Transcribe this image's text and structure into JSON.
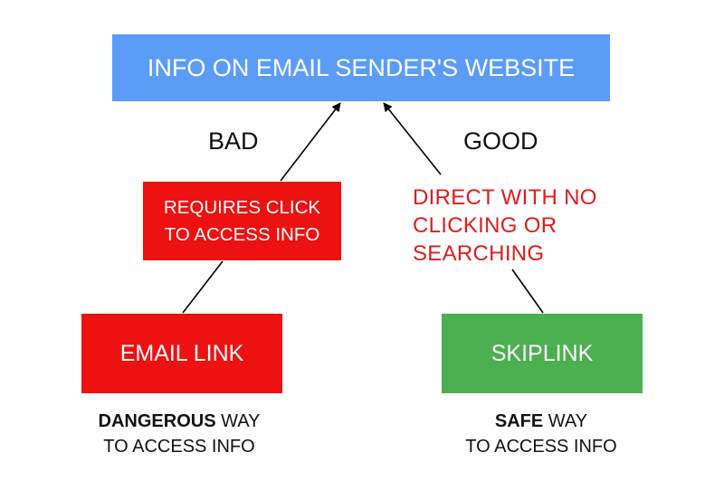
{
  "nodes": {
    "top": "INFO ON EMAIL SENDER'S WEBSITE",
    "requires_click": "REQUIRES CLICK\nTO ACCESS INFO",
    "email_link": "EMAIL LINK",
    "skiplink": "SKIPLINK"
  },
  "labels": {
    "bad": "BAD",
    "good": "GOOD",
    "direct": "DIRECT WITH NO\nCLICKING OR\nSEARCHING"
  },
  "captions": {
    "left_emphasis": "DANGEROUS",
    "left_rest_1": " WAY",
    "left_line_2": "TO ACCESS INFO",
    "right_emphasis": "SAFE",
    "right_rest_1": " WAY",
    "right_line_2": "TO ACCESS INFO"
  },
  "colors": {
    "top_box": "#5b9cf6",
    "red_box": "#ee1111",
    "green_box": "#4caf50",
    "red_text": "#e31b1b"
  }
}
